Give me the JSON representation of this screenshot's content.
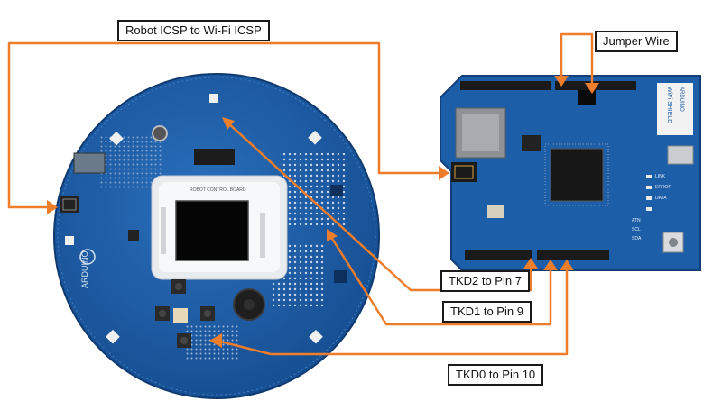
{
  "labels": {
    "robot_icsp": "Robot ICSP to Wi-Fi ICSP",
    "jumper_wire": "Jumper Wire",
    "tkd2": "TKD2 to Pin 7",
    "tkd1": "TKD1 to Pin 9",
    "tkd0": "TKD0 to Pin 10"
  },
  "board_text": {
    "robot_brand": "ARDUINO",
    "robot_control": "ROBOT CONTROL BOARD",
    "shield_name": "WiFi SHIELD",
    "shield_brand": "ARDUINO",
    "pin_labels": [
      "ATN",
      "SCL",
      "SDA",
      "LINK",
      "ERROR",
      "DATA"
    ]
  },
  "colors": {
    "wire": "#ee7d2c",
    "board_blue": "#1f5fa6",
    "board_dark": "#153f78",
    "label_border": "#1a1a1a"
  }
}
